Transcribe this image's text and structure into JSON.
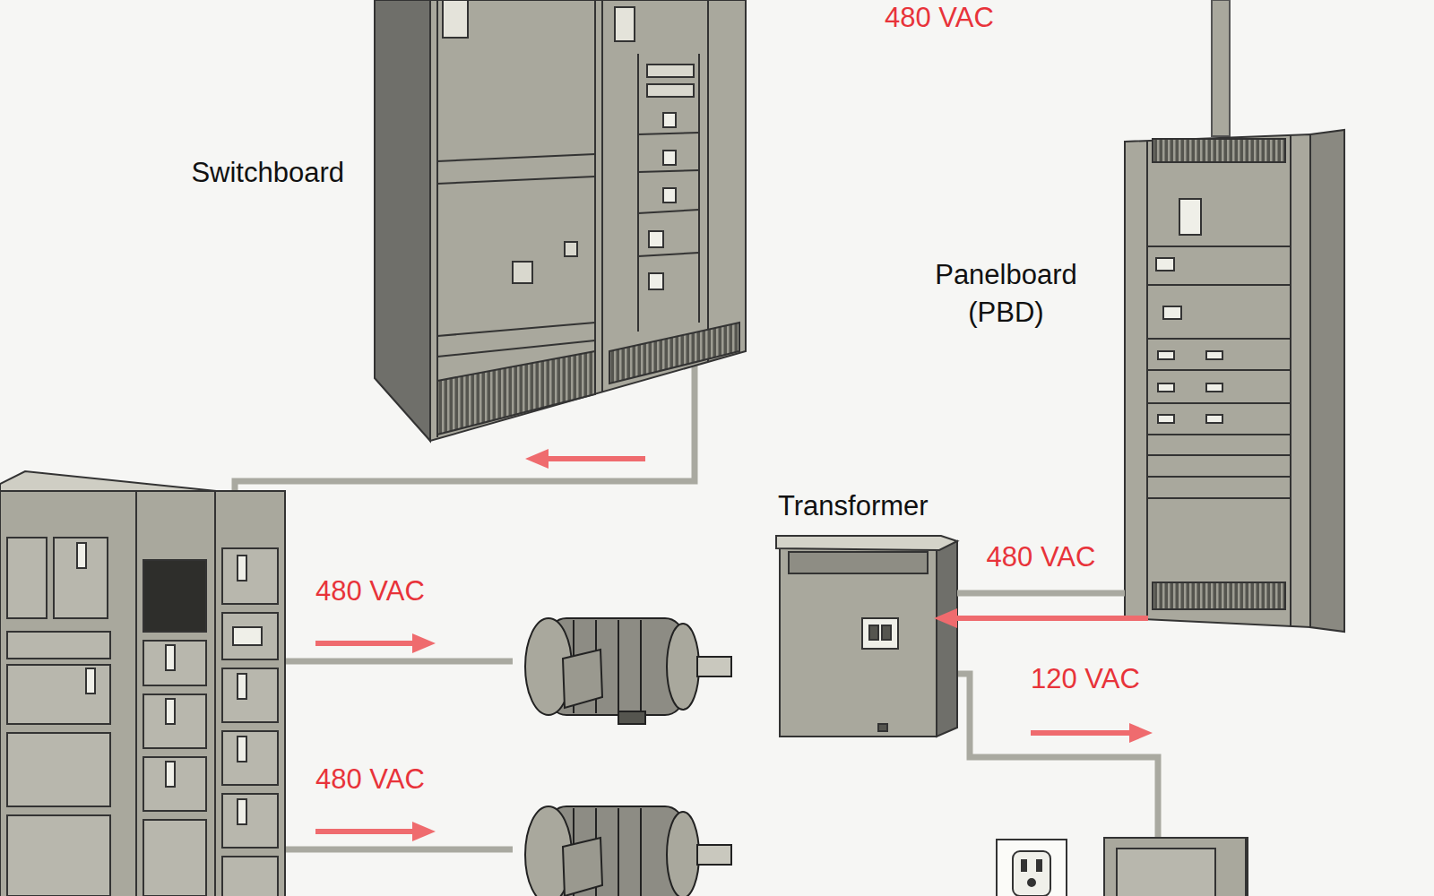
{
  "diagram": {
    "nodes": [
      {
        "text": [
          "Switchboard"
        ]
      },
      {
        "text": [
          "Panelboard (PBD)"
        ]
      },
      {
        "text": [
          "Transformer"
        ]
      }
    ],
    "edges": [
      {
        "from": 1,
        "to": 2,
        "arrow": "to",
        "label": "480 VAC"
      }
    ],
    "labels": [
      "480 VAC",
      "480 VAC",
      "480 VAC",
      "120 VAC"
    ]
  }
}
